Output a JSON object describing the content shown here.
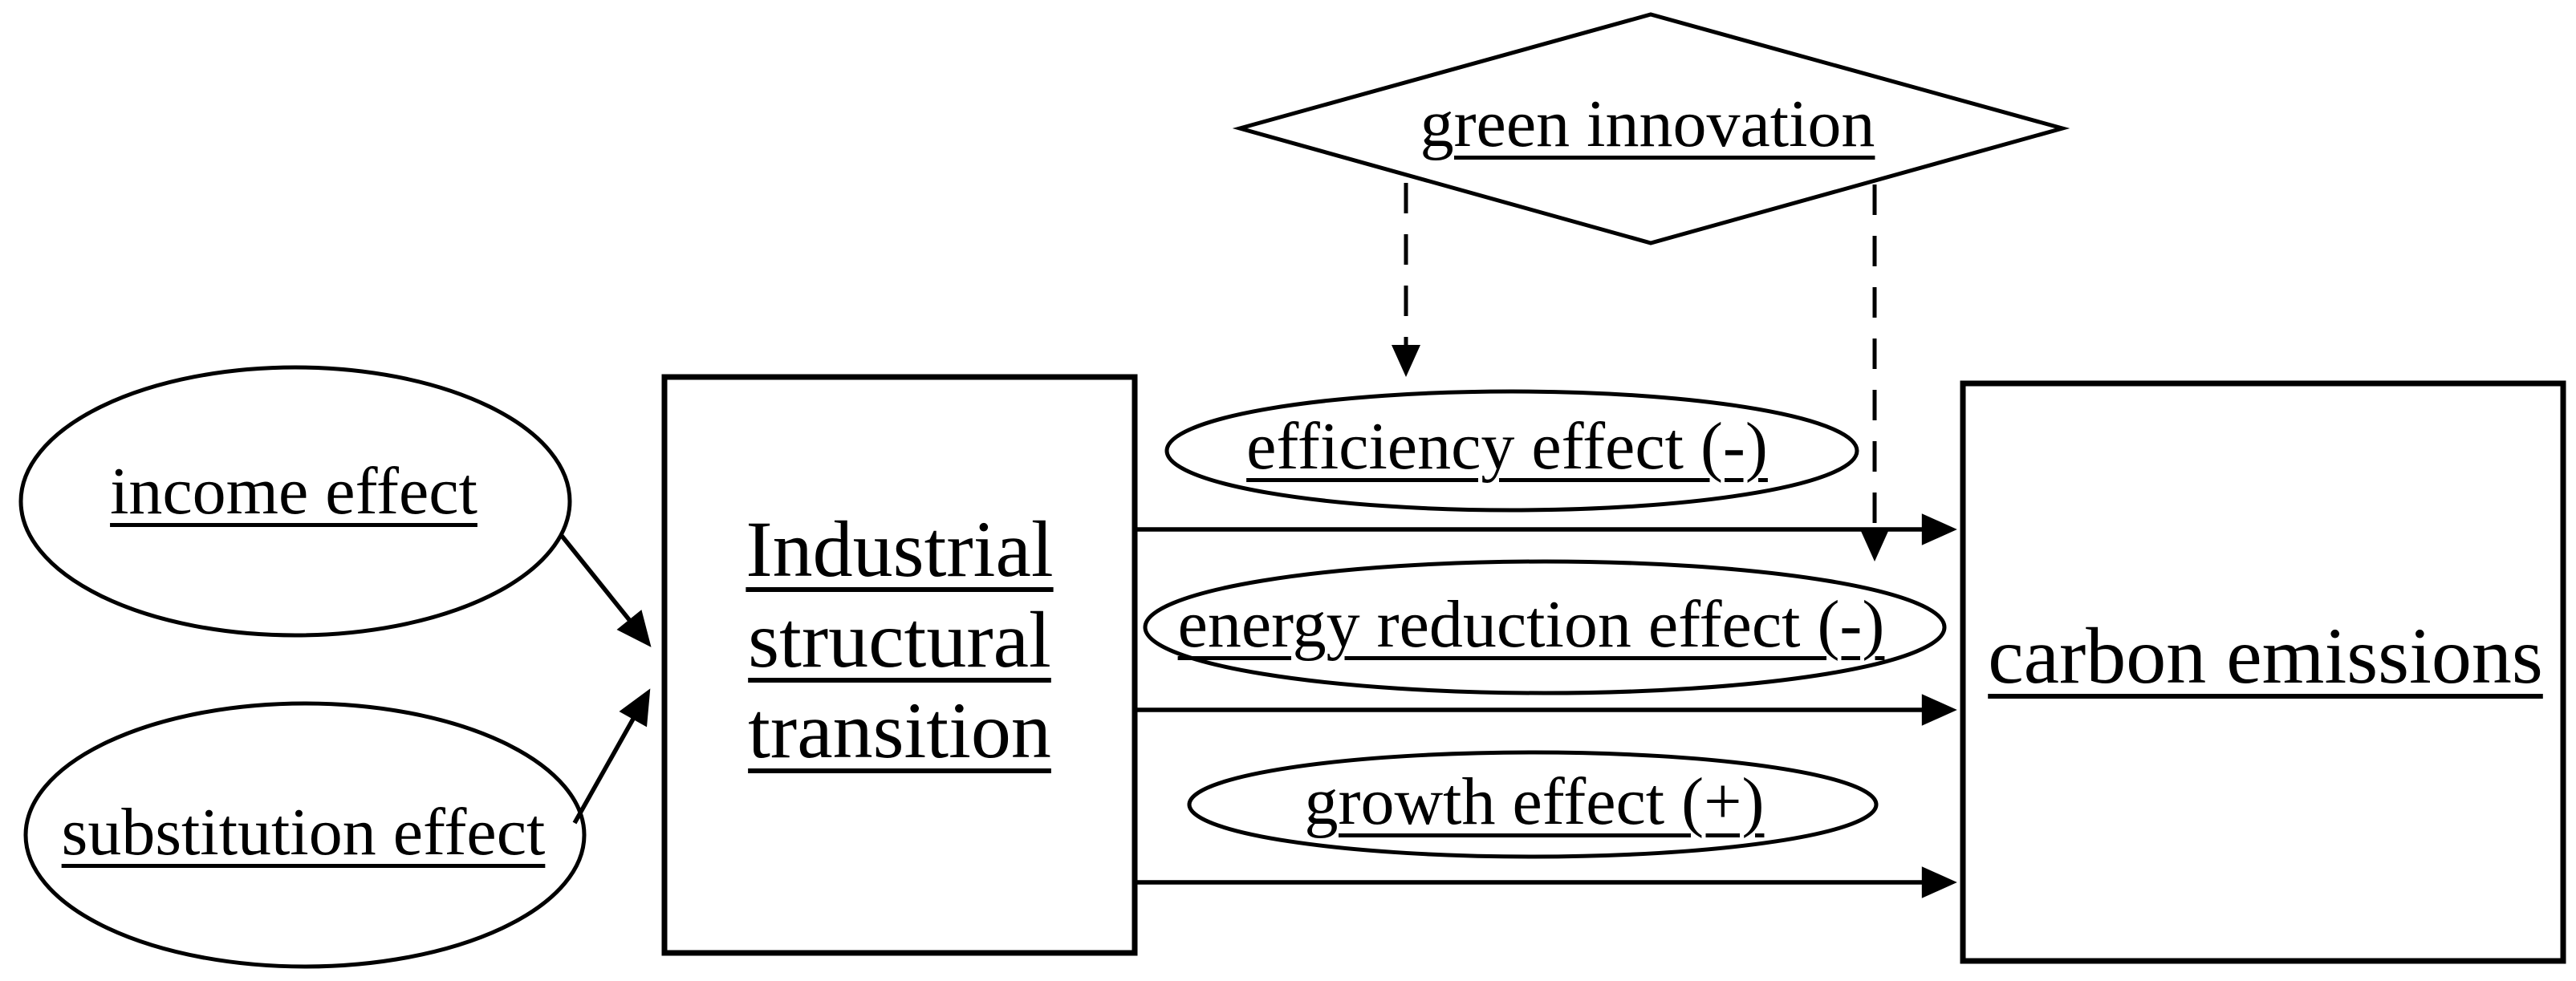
{
  "diagram": {
    "colors": {
      "ink": "#000000",
      "background": "#ffffff"
    },
    "nodes": {
      "green_innovation": {
        "label": "green innovation",
        "shape": "diamond"
      },
      "income_effect": {
        "label": "income effect",
        "shape": "ellipse"
      },
      "substitution_effect": {
        "label": "substitution effect",
        "shape": "ellipse"
      },
      "industrial_structural_transition": {
        "label": "Industrial structural transition",
        "lines": [
          "Industrial",
          "structural",
          "transition"
        ],
        "shape": "rectangle"
      },
      "efficiency_effect": {
        "label": "efficiency effect (-)",
        "shape": "ellipse"
      },
      "energy_reduction_effect": {
        "label": "energy reduction effect (-)",
        "shape": "ellipse"
      },
      "growth_effect": {
        "label": "growth effect (+)",
        "shape": "ellipse"
      },
      "carbon_emissions": {
        "label": "carbon emissions",
        "shape": "rectangle"
      }
    },
    "edges": [
      {
        "from": "income_effect",
        "to": "industrial_structural_transition",
        "style": "solid-arrow"
      },
      {
        "from": "substitution_effect",
        "to": "industrial_structural_transition",
        "style": "solid-arrow"
      },
      {
        "from": "industrial_structural_transition",
        "to": "carbon_emissions",
        "via": "efficiency_effect",
        "style": "solid-arrow"
      },
      {
        "from": "industrial_structural_transition",
        "to": "carbon_emissions",
        "via": "energy_reduction_effect",
        "style": "solid-arrow"
      },
      {
        "from": "industrial_structural_transition",
        "to": "carbon_emissions",
        "via": "growth_effect",
        "style": "solid-arrow"
      },
      {
        "from": "green_innovation",
        "to": "efficiency_effect",
        "style": "dashed-arrow"
      },
      {
        "from": "green_innovation",
        "to": "energy_reduction_effect",
        "style": "dashed-arrow"
      }
    ]
  }
}
